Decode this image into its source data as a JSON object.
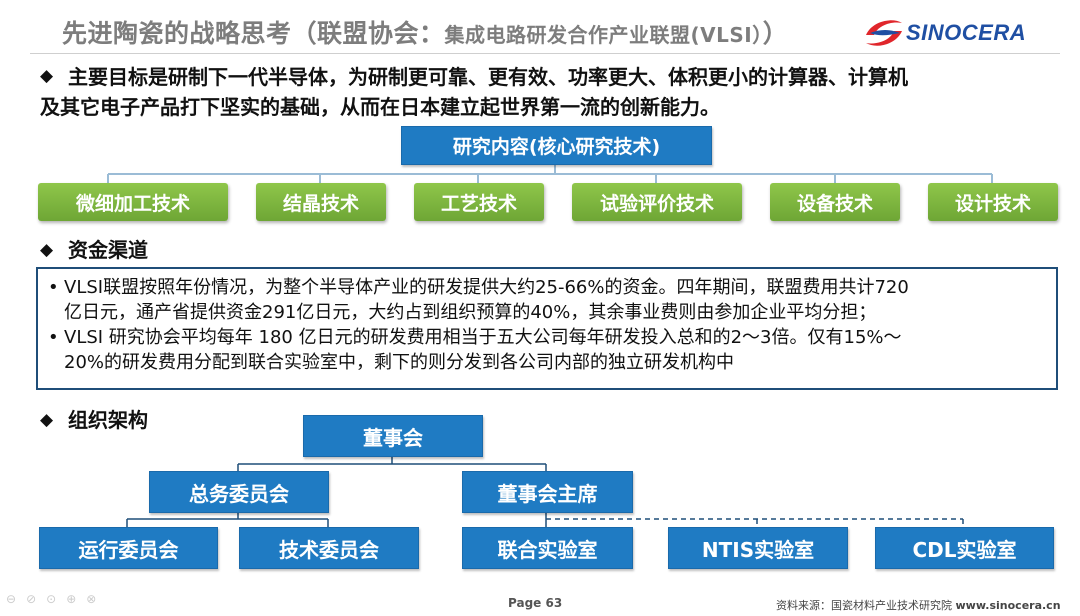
{
  "header": {
    "title_main": "先进陶瓷的战略思考（联盟协会：",
    "title_sub": "集成电路研发合作产业联盟(VLSI）",
    "title_close": "）",
    "brand": "SINOCERA"
  },
  "goal": {
    "line1": "主要目标是研制下一代半导体，为研制更可靠、更有效、功率更大、体积更小的计算器、计算机",
    "line2": "及其它电子产品打下坚实的基础，从而在日本建立起世界第一流的创新能力。"
  },
  "research": {
    "root": "研究内容(核心研究技术)",
    "items": [
      "微细加工技术",
      "结晶技术",
      "工艺技术",
      "试验评价技术",
      "设备技术",
      "设计技术"
    ]
  },
  "funding": {
    "heading": "资金渠道",
    "bullets": [
      {
        "line1": "VLSI联盟按照年份情况，为整个半导体产业的研发提供大约25-66%的资金。四年期间，联盟费用共计720",
        "line2": "亿日元，通产省提供资金291亿日元，大约占到组织预算的40%，其余事业费则由参加企业平均分担；"
      },
      {
        "line1": "VLSI  研究协会平均每年  180  亿日元的研发费用相当于五大公司每年研发投入总和的2～3倍。仅有15%～",
        "line2": "20%的研发费用分配到联合实验室中，剩下的则分发到各公司内部的独立研发机构中"
      }
    ]
  },
  "org": {
    "heading": "组织架构",
    "board": "董事会",
    "general_affairs": "总务委员会",
    "chairman": "董事会主席",
    "operations": "运行委员会",
    "technical": "技术委员会",
    "joint_lab": "联合实验室",
    "ntis_lab": "NTIS实验室",
    "cdl_lab": "CDL实验室"
  },
  "footer": {
    "page": "Page 63",
    "source_label": "资料来源：国瓷材料产业技术研究院",
    "source_url": "www.sinocera.cn"
  },
  "colors": {
    "blue_box": "#1f7bc3",
    "green_box": "#7cb53d",
    "border_dark": "#1f4e79",
    "title_gray": "#7d7d7d",
    "brand_red": "#e0262b",
    "brand_blue": "#1f4fa3"
  }
}
